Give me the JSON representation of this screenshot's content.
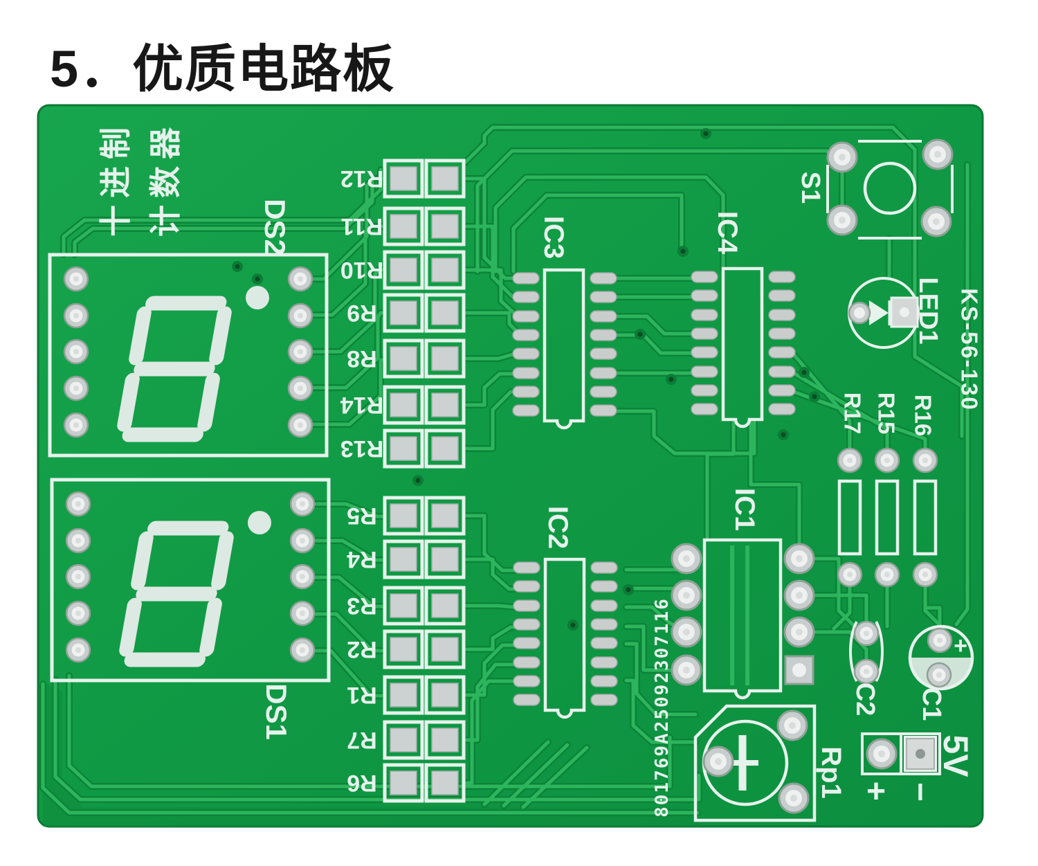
{
  "page": {
    "title": "5．优质电路板"
  },
  "board": {
    "colors": {
      "pcb_green": "#109944",
      "trace_green": "#2db55d",
      "silkscreen": "#e6f2ec",
      "pad_silver": "#ccd1d1"
    },
    "notes": {
      "col1": "十进制",
      "col2": "计数器"
    },
    "displays": {
      "ds2": "DS2",
      "ds1": "DS1"
    },
    "resistors_top": [
      "R12",
      "R11",
      "R10",
      "R9",
      "R8",
      "R14",
      "R13"
    ],
    "resistors_bottom": [
      "R5",
      "R4",
      "R3",
      "R2",
      "R1",
      "R7",
      "R6"
    ],
    "ics": {
      "ic1": "IC1",
      "ic2": "IC2",
      "ic3": "IC3",
      "ic4": "IC4"
    },
    "switch": "S1",
    "led": "LED1",
    "board_code": "KS-56-130",
    "resistors_right": [
      "R17",
      "R15",
      "R16"
    ],
    "capacitors": {
      "c1": "C1",
      "c2": "C2"
    },
    "potentiometer": "Rp1",
    "power": {
      "label": "5V",
      "positive": "+",
      "negative": "−",
      "cap_polarity": "+"
    },
    "serial_number": "801769A25092307116"
  }
}
